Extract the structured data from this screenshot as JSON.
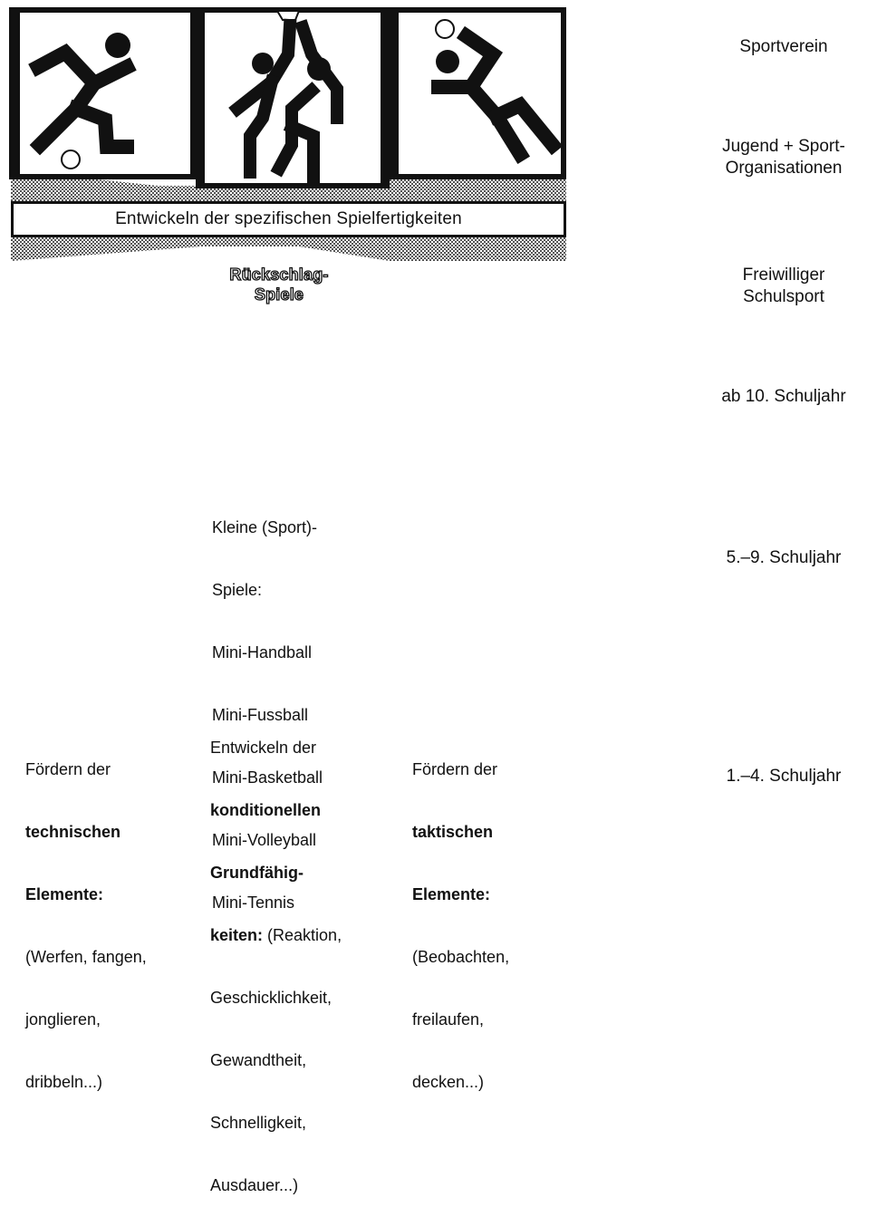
{
  "banner": {
    "text": "Entwickeln der spezifischen Spielfertigkeiten"
  },
  "center_panel": {
    "label_line1": "Rückschlag-",
    "label_line2": "Spiele"
  },
  "mini_games": {
    "lines": [
      "Kleine (Sport)-",
      "Spiele:",
      "Mini-Handball",
      "Mini-Fussball",
      "Mini-Basketball",
      "Mini-Volleyball",
      "Mini-Tennis"
    ]
  },
  "bottom": {
    "left": {
      "l1": "Fördern der",
      "b1": "technischen",
      "b2": "Elemente:",
      "l2": "(Werfen, fangen,",
      "l3": "jonglieren,",
      "l4": "dribbeln...)"
    },
    "mid": {
      "l1": "Entwickeln der",
      "b1": "konditionellen",
      "b2": "Grundfähig-",
      "b3": "keiten:",
      "l2": " (Reaktion,",
      "l3": "Geschicklichkeit,",
      "l4": "Gewandtheit,",
      "l5": "Schnelligkeit,",
      "l6": "Ausdauer...)"
    },
    "right": {
      "l1": "Fördern der",
      "b1": "taktischen",
      "b2": "Elemente:",
      "l2": "(Beobachten,",
      "l3": "freilaufen,",
      "l4": "decken...)"
    }
  },
  "sidebar": {
    "top": {
      "sportverein": "Sportverein",
      "jugend": "Jugend + Sport-\nOrganisationen",
      "freiwillig": "Freiwilliger\nSchulsport",
      "ab10": "ab 10. Schuljahr"
    },
    "middle": "5.–9. Schuljahr",
    "bottom": "1.–4. Schuljahr"
  },
  "colors": {
    "ink": "#111111",
    "paper": "#ffffff",
    "hatch": "#9a9a9a"
  },
  "icons": [
    "soccer-pictogram-icon",
    "basketball-pictogram-icon",
    "handball-pictogram-icon",
    "volleyball-pictogram-icon",
    "tennis-pictogram-icon",
    "ice-hockey-pictogram-icon",
    "triangle-up-icon"
  ]
}
